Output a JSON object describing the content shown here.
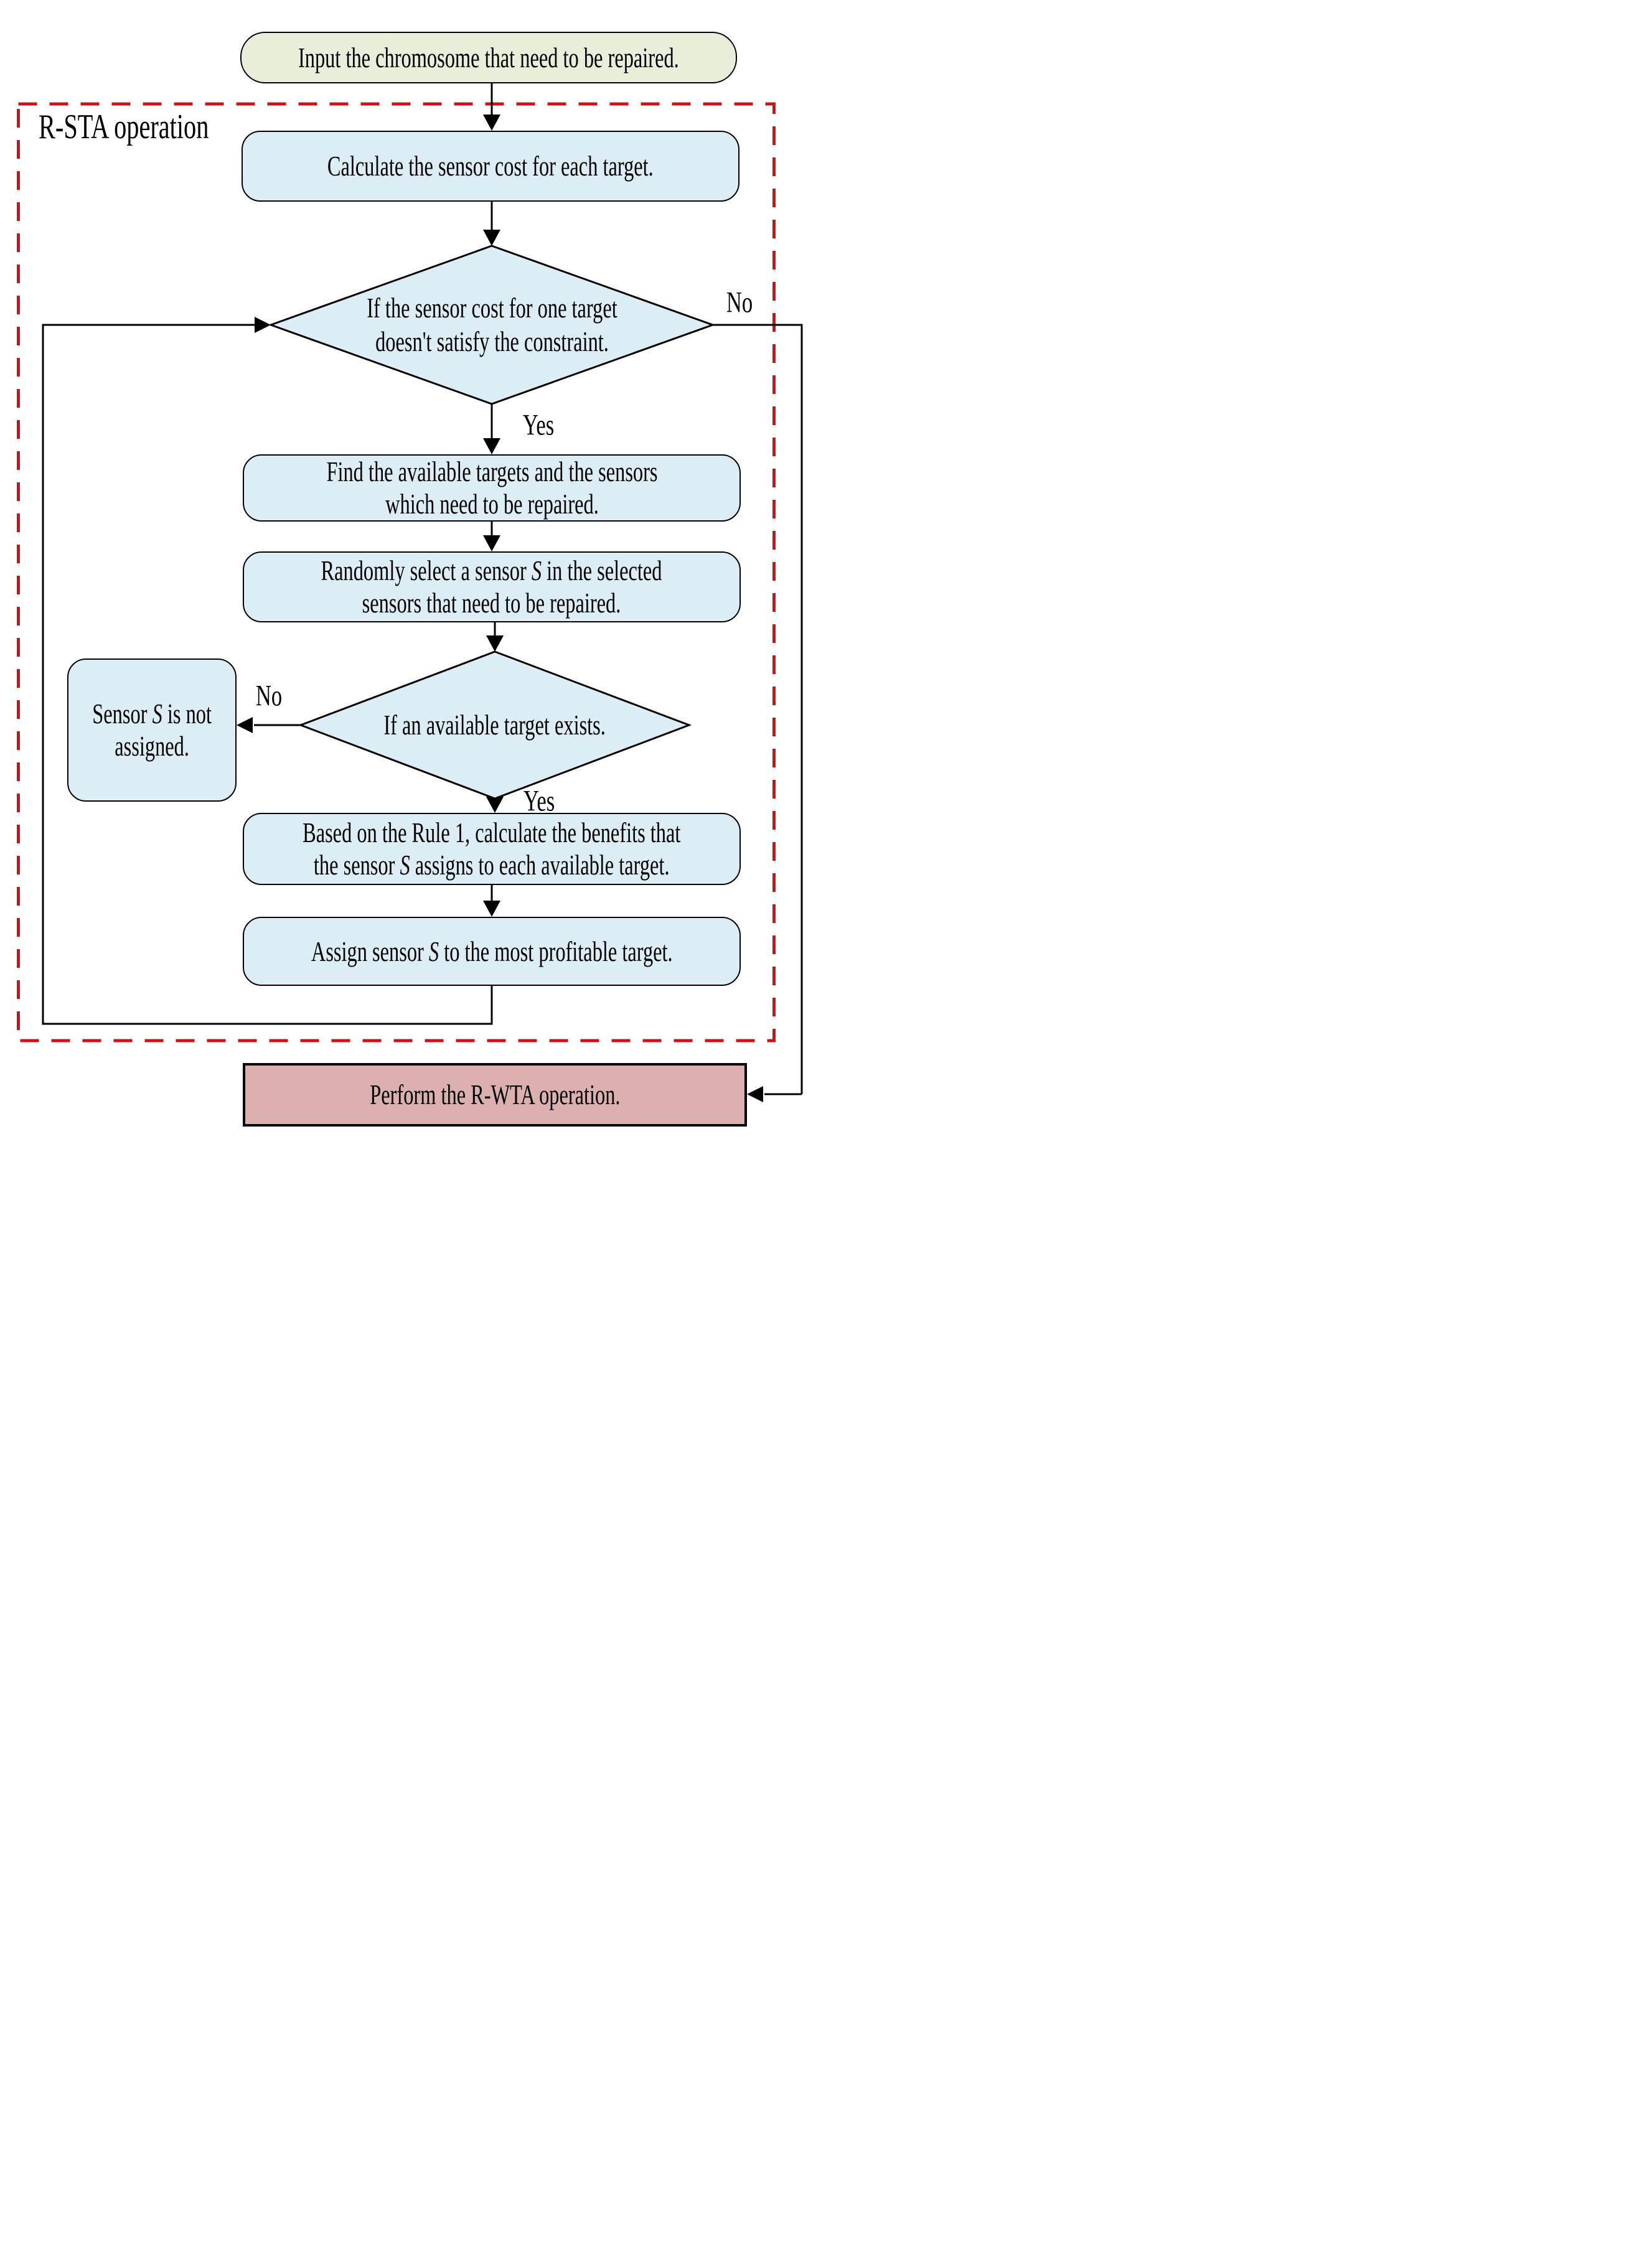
{
  "colors": {
    "node_fill_blue": "#dcedf5",
    "start_fill_green": "#e8eeda",
    "end_fill_pink": "#ddb0b0",
    "dashed_border_red": "#c81518",
    "line_black": "#000000"
  },
  "group": {
    "label": "R-STA operation"
  },
  "nodes": {
    "start": {
      "text": "Input the chromosome that need to be repaired."
    },
    "calc_cost": {
      "text": "Calculate the sensor cost for each target."
    },
    "cost_check": {
      "line1": "If the sensor cost for one target",
      "line2": "doesn't satisfy the constraint."
    },
    "find_targets": {
      "line1": "Find the available targets and the sensors",
      "line2": "which need to be repaired."
    },
    "random_select": {
      "line1": "Randomly select a sensor S in the selected",
      "line2": "sensors that need to be repaired."
    },
    "target_exists": {
      "text": "If an available target exists."
    },
    "not_assigned": {
      "line1": "Sensor S is not",
      "line2": "assigned."
    },
    "calc_benefits": {
      "line1": "Based on the Rule 1, calculate the benefits that",
      "line2": "the sensor S assigns to each available target."
    },
    "assign_sensor": {
      "text": "Assign sensor S to the most profitable target."
    },
    "perform_rwta": {
      "text": "Perform the R-WTA operation."
    }
  },
  "edge_labels": {
    "cost_check_no": "No",
    "cost_check_yes": "Yes",
    "target_exists_no": "No",
    "target_exists_yes": "Yes"
  }
}
